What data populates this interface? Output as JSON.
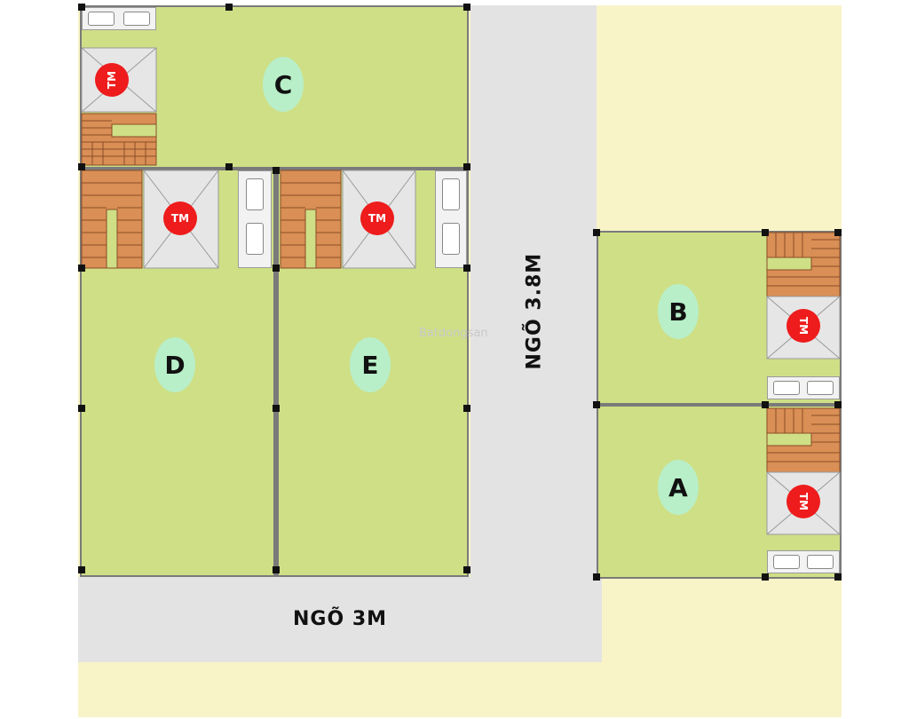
{
  "units": {
    "a": "A",
    "b": "B",
    "c": "C",
    "d": "D",
    "e": "E"
  },
  "roads": {
    "horizontal": "NGÕ 3M",
    "vertical": "NGÕ 3.8M"
  },
  "wc_label": "TM",
  "watermark": "Batdongsan",
  "colors": {
    "plot": "#cfdf86",
    "road": "#e3e3e3",
    "background": "#f8f4c8",
    "wc_badge": "#ee1c1c",
    "stairs": "#d98f55",
    "unit_label_bg": "#b8efc8"
  }
}
